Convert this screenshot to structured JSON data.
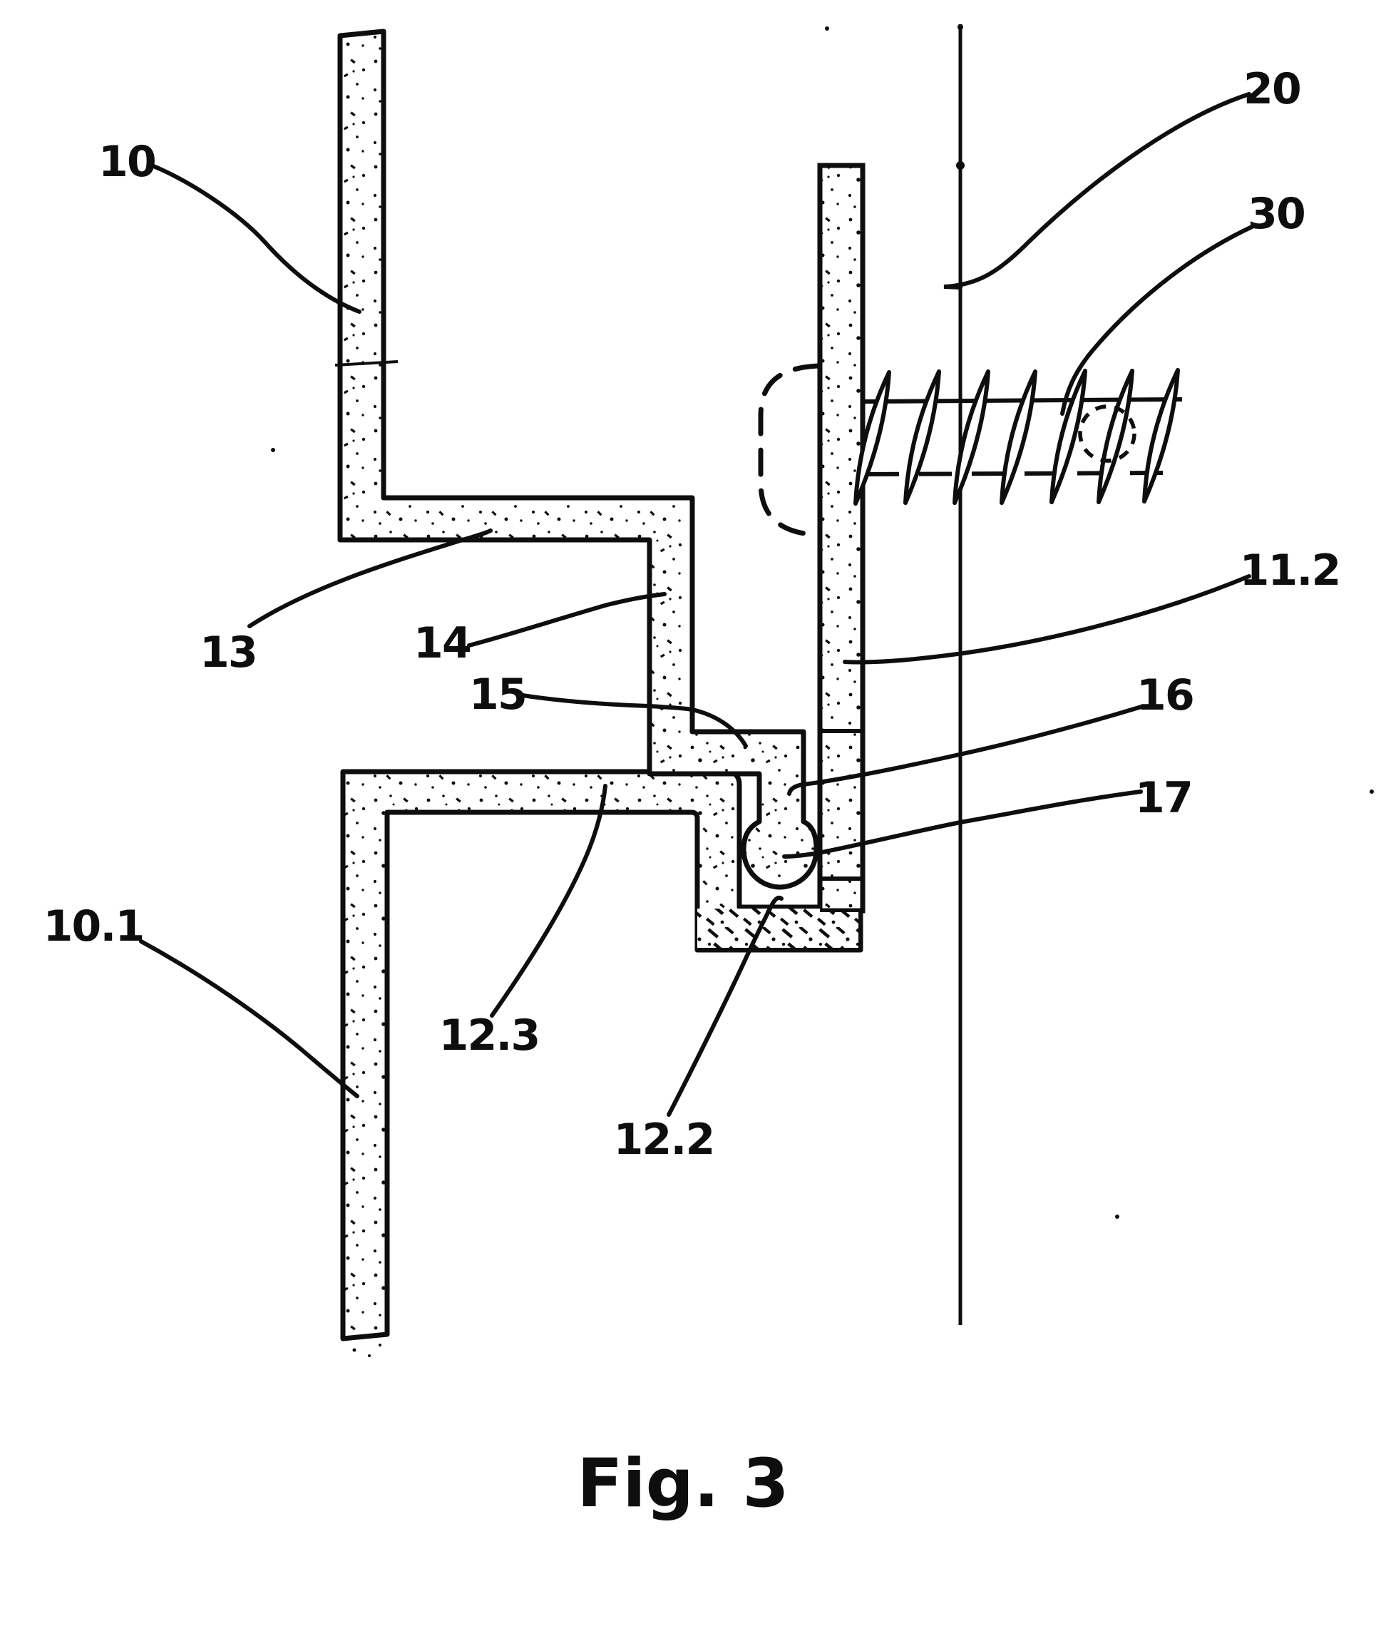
{
  "figure": {
    "caption": "Fig. 3",
    "ink_color": "#0e0e0e",
    "paper_color": "#ffffff"
  },
  "labels": {
    "n10": "10",
    "n20": "20",
    "n30": "30",
    "n13": "13",
    "n14": "14",
    "n15": "15",
    "n16": "16",
    "n17": "17",
    "n11_2": "11.2",
    "n10_1": "10.1",
    "n12_3": "12.3",
    "n12_2": "12.2"
  }
}
